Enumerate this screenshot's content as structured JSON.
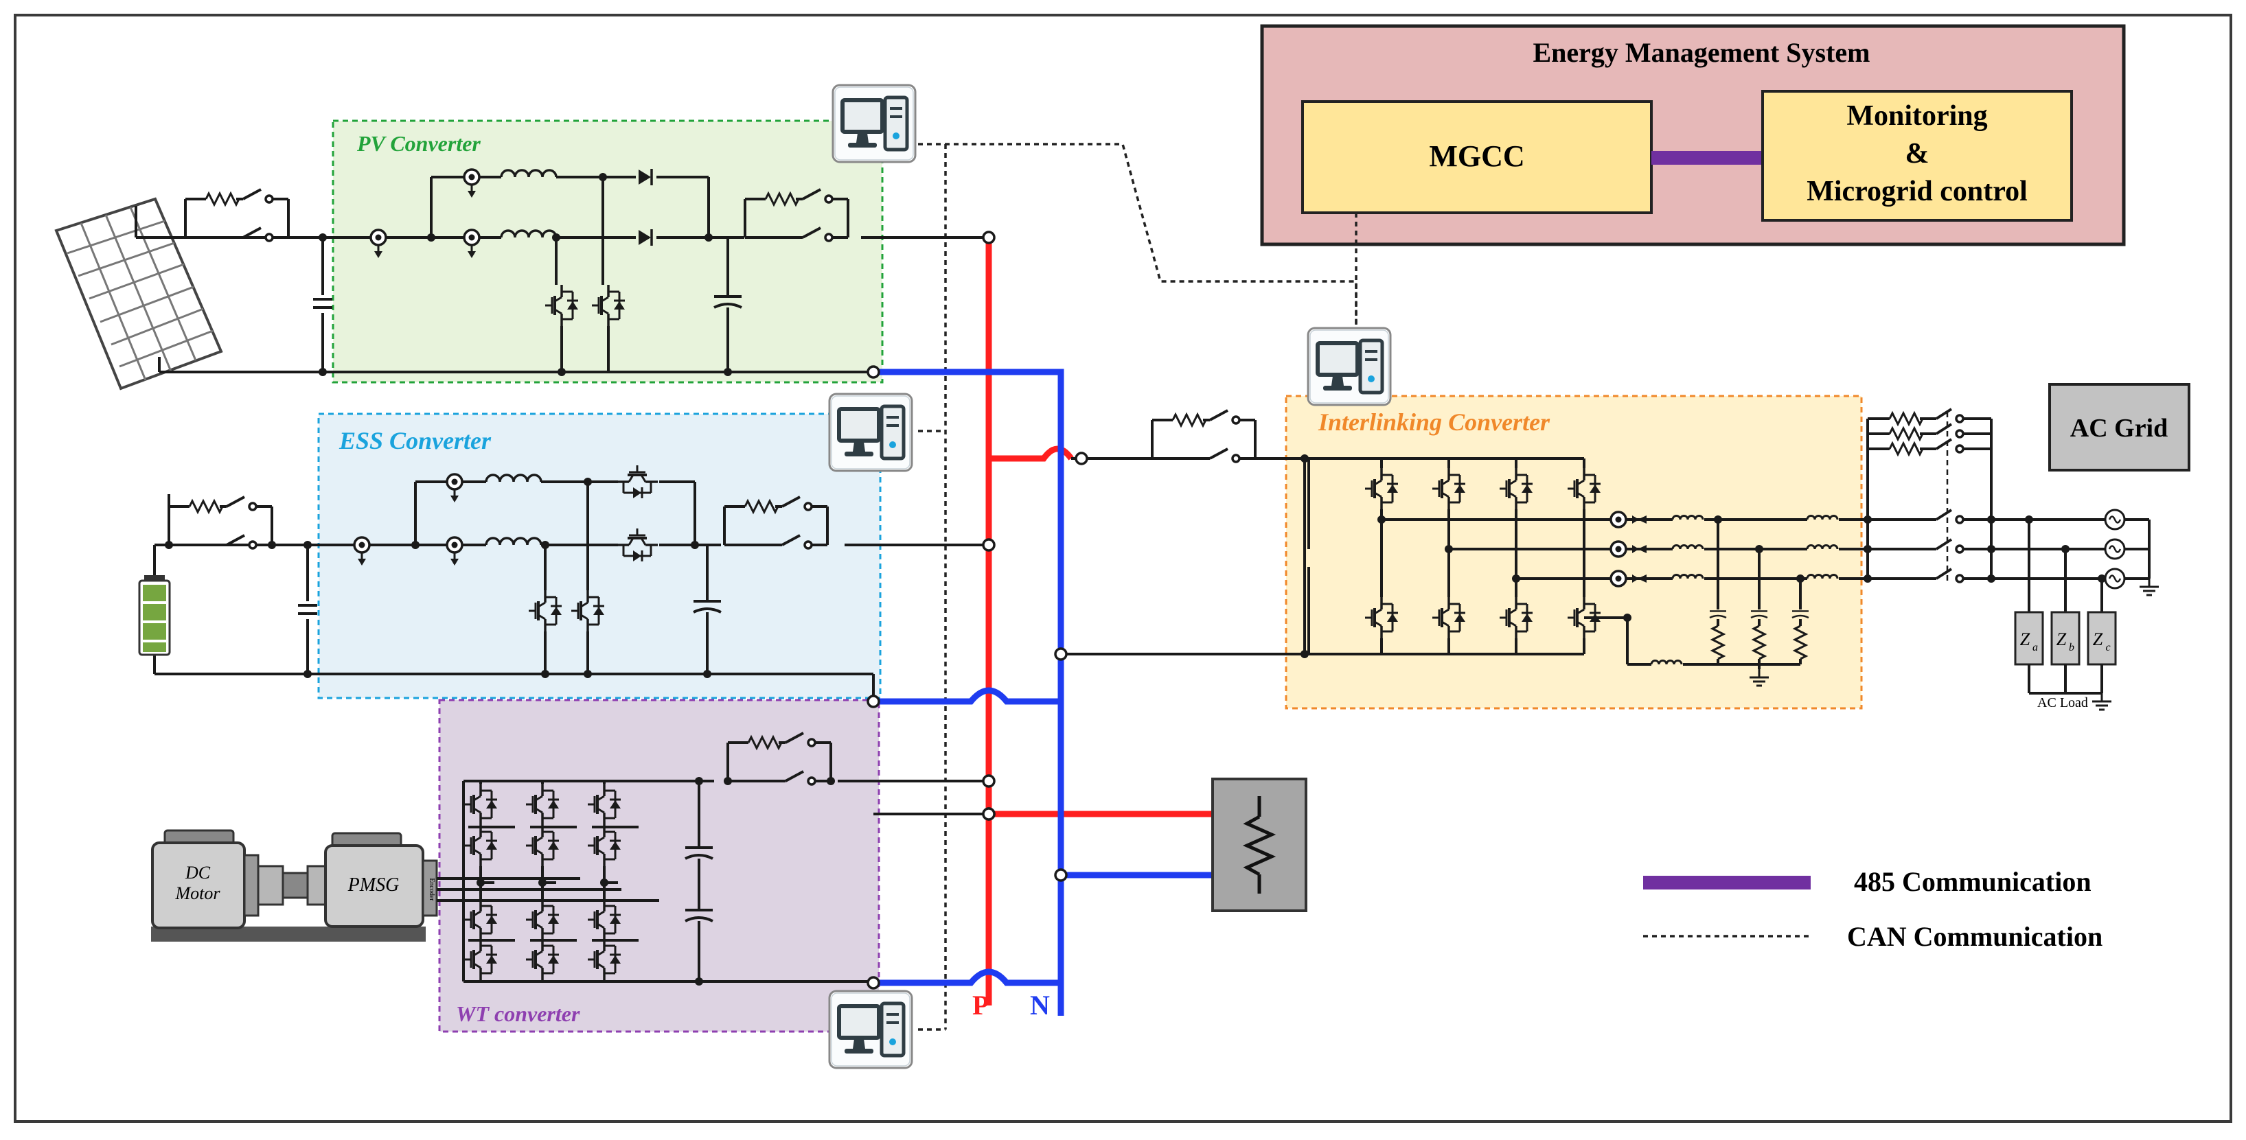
{
  "ems": {
    "title": "Energy Management System",
    "mgcc_label": "MGCC",
    "monitor_lines": [
      "Monitoring",
      "&",
      "Microgrid control"
    ],
    "colors": {
      "frame_fill": "#e6b8b8",
      "box_fill": "#ffe699",
      "link": "#7030a0"
    }
  },
  "converters": {
    "pv": {
      "label": "PV Converter",
      "color": "#22a33a",
      "fill": "#e8f3dc"
    },
    "ess": {
      "label": "ESS Converter",
      "color": "#1aa3dd",
      "fill": "#e5f1f8"
    },
    "wt": {
      "label": "WT converter",
      "color": "#8e3fb0",
      "fill": "#ddd3e2"
    },
    "interlinking": {
      "label": "Interlinking Converter",
      "color": "#f0882a",
      "fill": "#fff2cc"
    }
  },
  "machine": {
    "motor_label": [
      "DC",
      "Motor"
    ],
    "generator_label": "PMSG",
    "encoder_label": "Encoder"
  },
  "ac_grid_label": "AC Grid",
  "ac_load": {
    "label": "AC Load",
    "impedances": [
      {
        "base": "Z",
        "sub": "a"
      },
      {
        "base": "Z",
        "sub": "b"
      },
      {
        "base": "Z",
        "sub": "c"
      }
    ]
  },
  "bus": {
    "p_label": "P",
    "n_label": "N",
    "p_color": "#ff1f1f",
    "n_color": "#1f3cf0"
  },
  "legend": {
    "rs485": "485 Communication",
    "can": "CAN Communication"
  },
  "icons": [
    "computer-icon",
    "solar-panel-icon",
    "battery-icon",
    "resistor-load-icon",
    "ac-source-icon",
    "ground-icon"
  ]
}
